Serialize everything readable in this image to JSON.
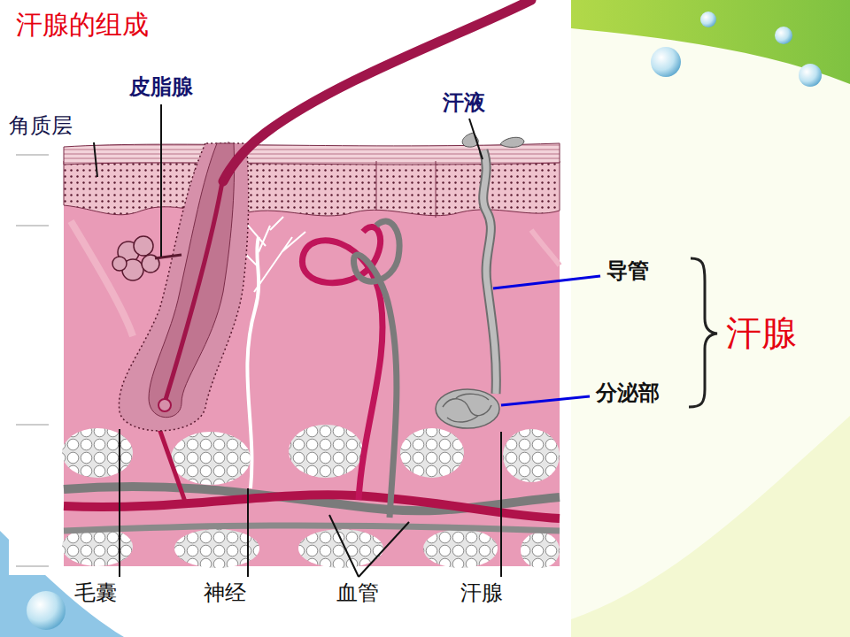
{
  "diagram": {
    "title": "汗腺的组成",
    "labels": [
      "皮脂腺",
      "汗液",
      "角质层",
      "导管",
      "汗腺",
      "分泌部",
      "毛囊",
      "神经",
      "血管",
      "汗腺"
    ]
  }
}
